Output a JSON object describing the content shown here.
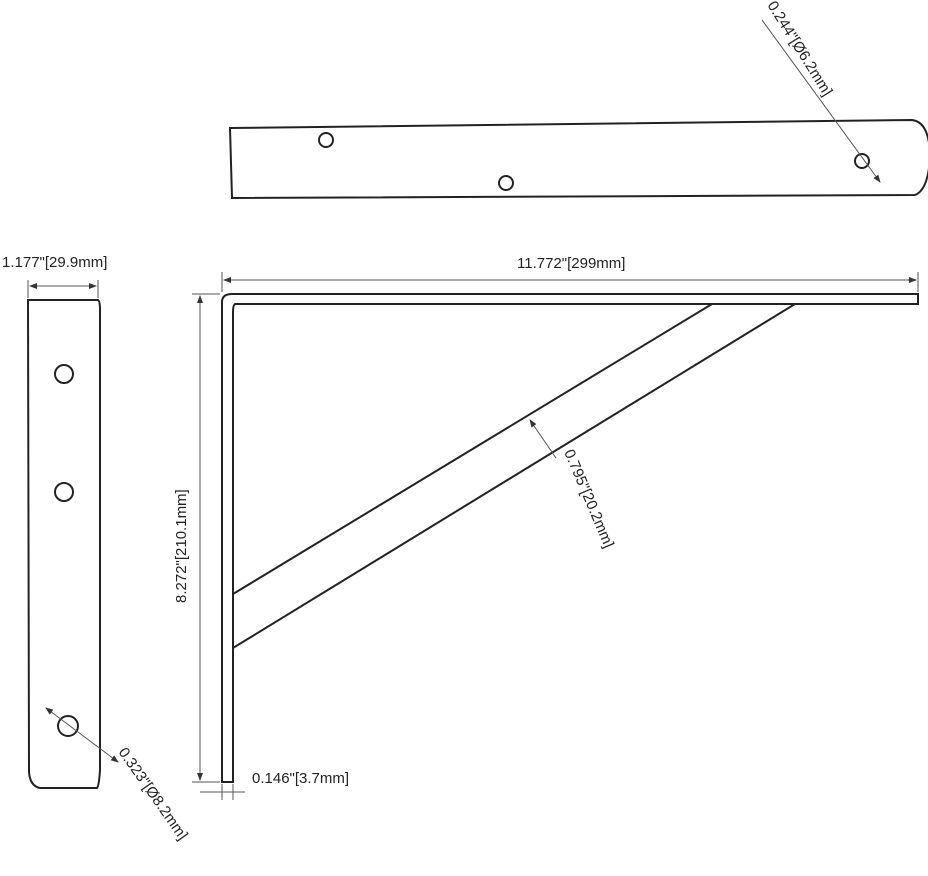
{
  "dimensions": {
    "width": "1.177\"[29.9mm]",
    "length": "11.772\"[299mm]",
    "height": "8.272\"[210.1mm]",
    "thickness": "0.146\"[3.7mm]",
    "brace_width": "0.795\"[20.2mm]",
    "small_hole": "0.244\"[Ø6.2mm]",
    "large_hole": "0.323\"[Ø8.2mm]"
  },
  "colors": {
    "line": "#222222",
    "dimension": "#555555",
    "background": "#ffffff"
  }
}
